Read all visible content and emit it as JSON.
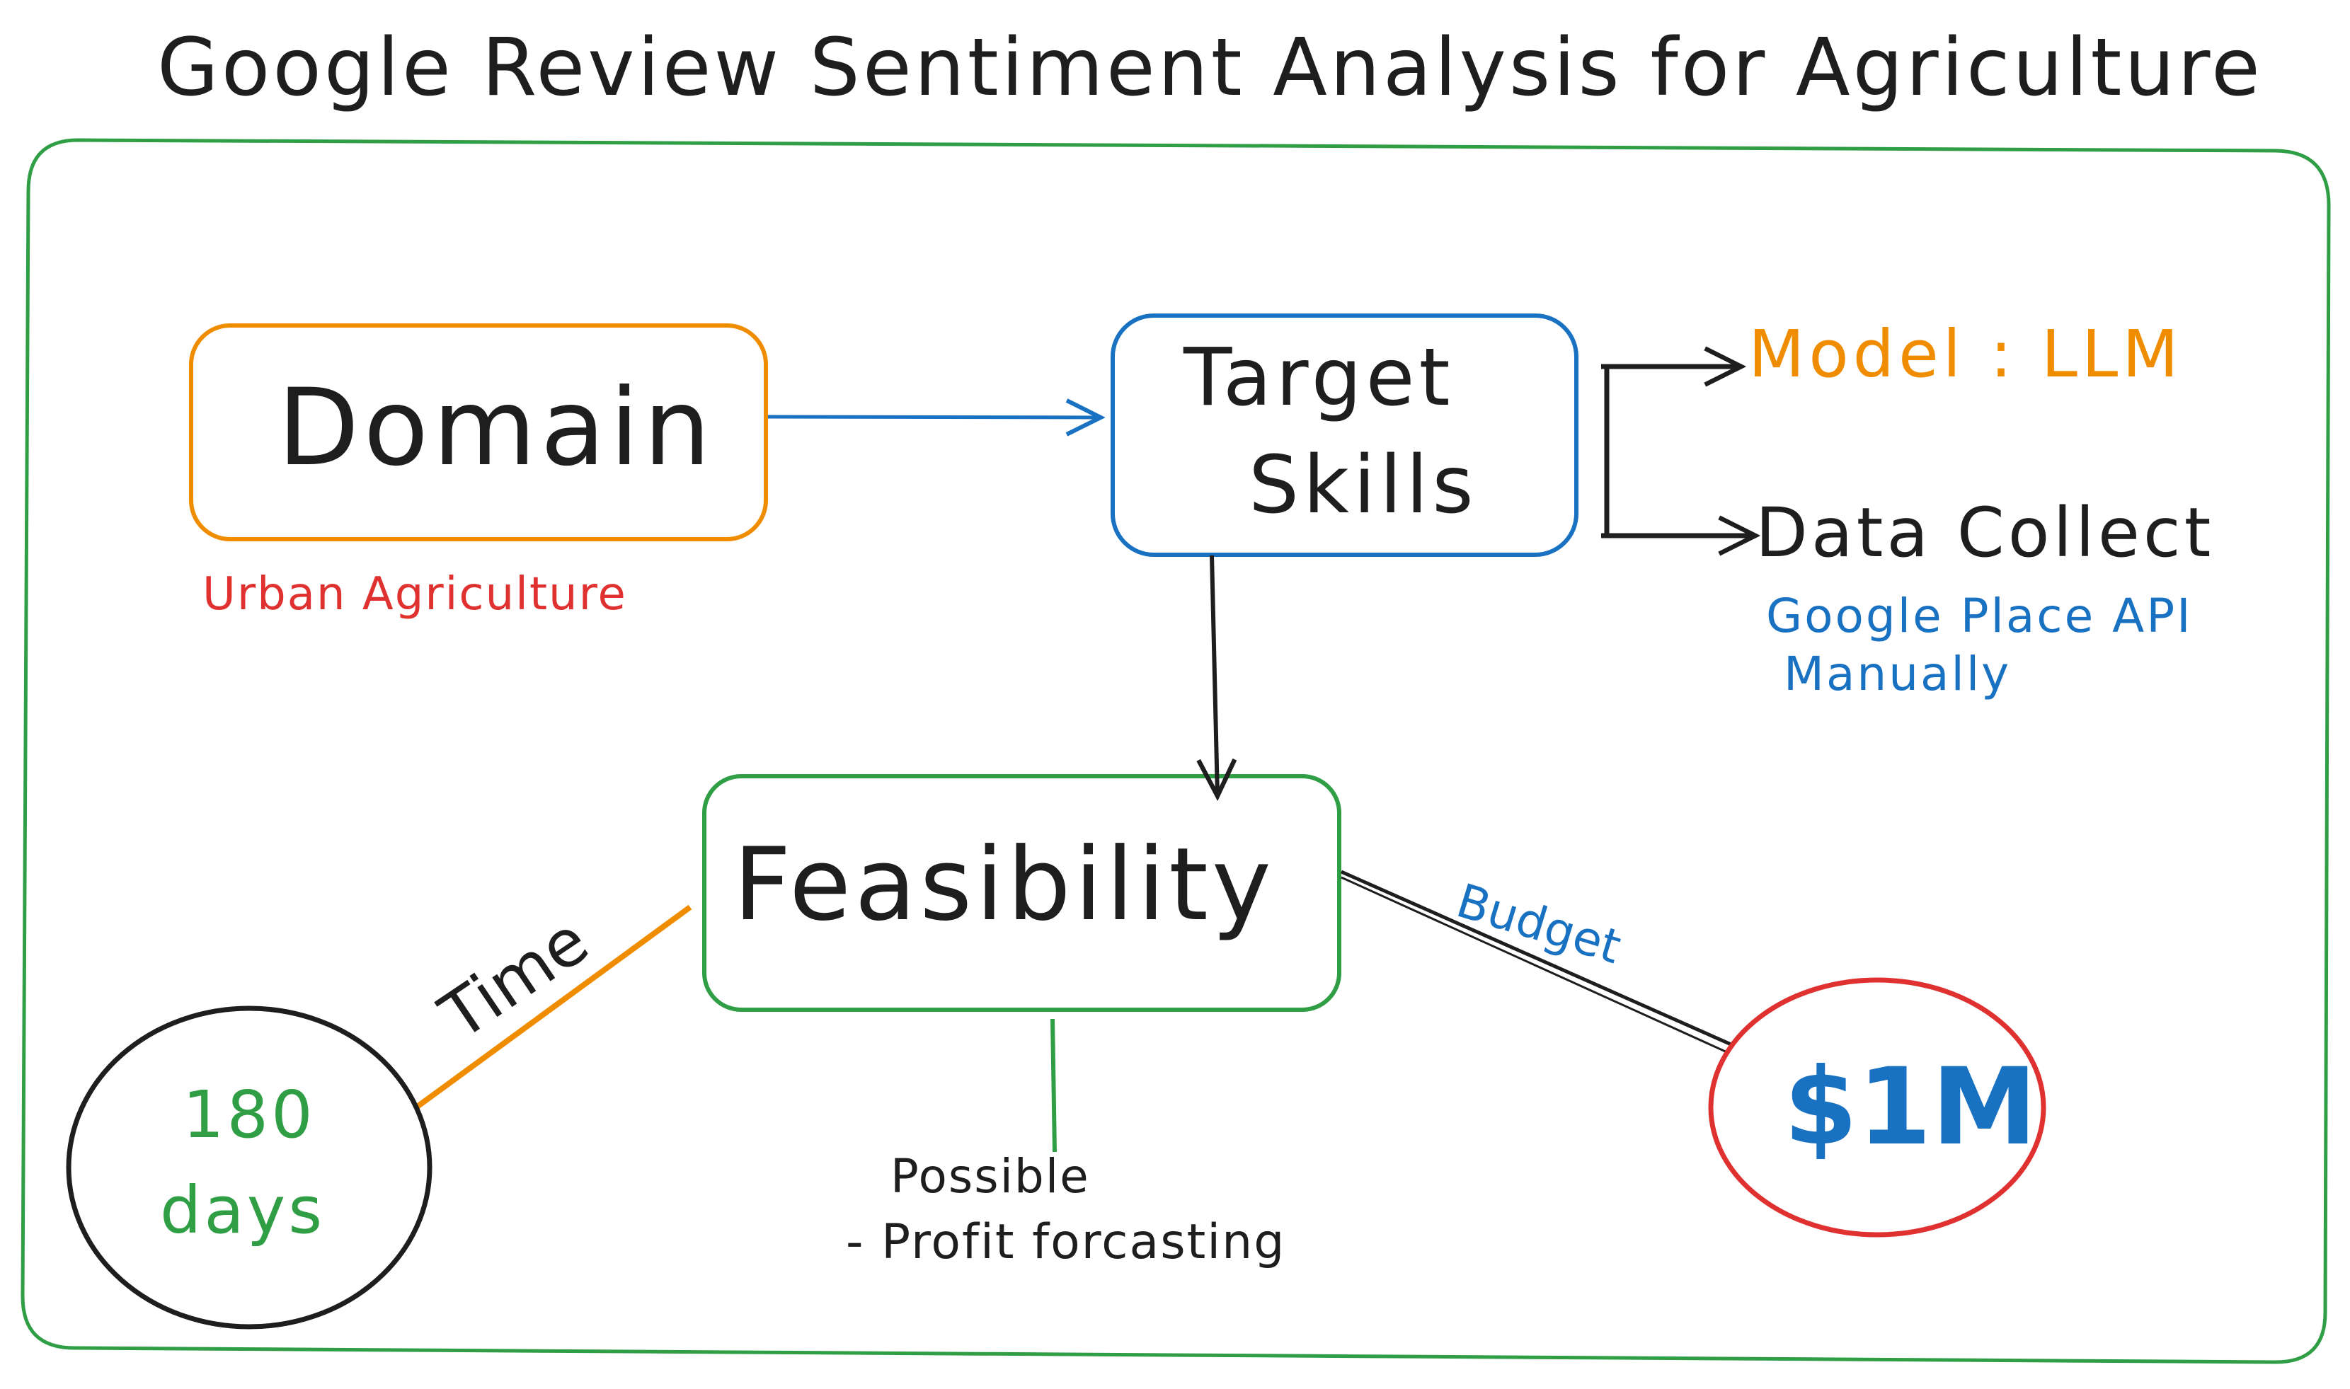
{
  "title": "Google Review Sentiment Analysis for Agriculture",
  "nodes": {
    "domain": {
      "label": "Domain",
      "note": "Urban Agriculture"
    },
    "target_skills": {
      "line1": "Target",
      "line2": "Skills"
    },
    "model": {
      "label": "Model : LLM"
    },
    "data_collect": {
      "label": "Data Collect",
      "note_line1": "Google Place API",
      "note_line2": "Manually"
    },
    "feasibility": {
      "label": "Feasibility",
      "note_line1": "Possible",
      "note_line2": "-   Profit forcasting"
    },
    "time": {
      "edge_label": "Time",
      "line1": "180",
      "line2": "days"
    },
    "budget": {
      "edge_label": "Budget",
      "value": "$1M"
    }
  },
  "colors": {
    "ink": "#1e1e1e",
    "orange": "#f08c00",
    "blue": "#1971c2",
    "green": "#2f9e44",
    "red": "#e03131"
  }
}
